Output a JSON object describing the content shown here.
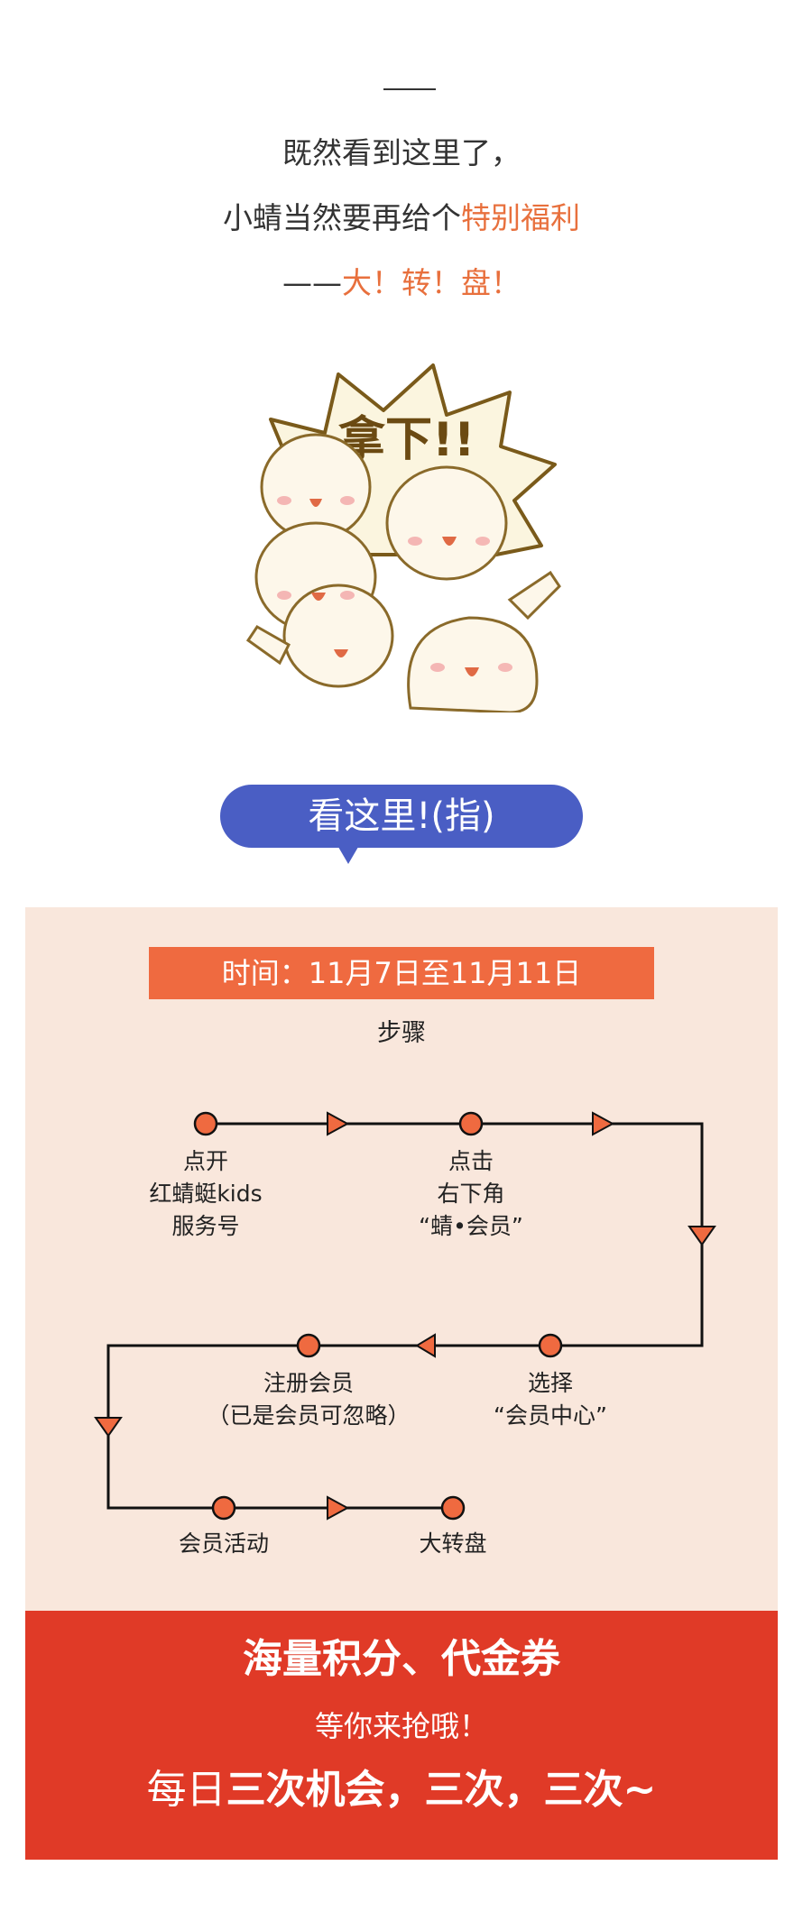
{
  "intro": {
    "line1": "既然看到这里了，",
    "line2_prefix": "小蜻当然要再给个",
    "line2_highlight": "特别福利",
    "line3_prefix": "——",
    "line3_highlight": "大！转！盘！"
  },
  "illustration": {
    "caption": "拿下!!"
  },
  "callout": {
    "text": "看这里!(指)"
  },
  "activity": {
    "time": "时间：11月7日至11月11日",
    "steps_title": "步骤",
    "steps": [
      {
        "lines": [
          "点开",
          "红蜻蜓kids",
          "服务号"
        ]
      },
      {
        "lines": [
          "点击",
          "右下角",
          "“蜻•会员”"
        ]
      },
      {
        "lines": [
          "选择",
          "“会员中心”"
        ]
      },
      {
        "lines": [
          "注册会员",
          "（已是会员可忽略）"
        ]
      },
      {
        "lines": [
          "会员活动"
        ]
      },
      {
        "lines": [
          "大转盘"
        ]
      }
    ]
  },
  "promo": {
    "line1": "海量积分、代金券",
    "line2": "等你来抢哦！",
    "line3_prefix": "每日",
    "line3_bold": "三次机会，三次，三次~"
  },
  "colors": {
    "accent": "#e8703d",
    "callout": "#4a5ec4",
    "panel": "#f9e7dc",
    "banner": "#ef6a40",
    "promo": "#e03a27"
  }
}
